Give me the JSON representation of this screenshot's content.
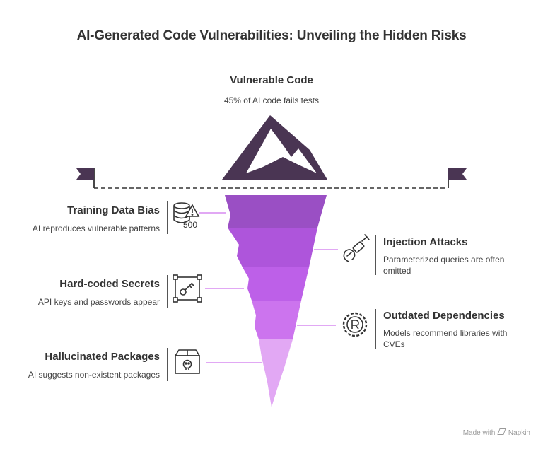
{
  "title": "AI-Generated Code Vulnerabilities: Unveiling the Hidden Risks",
  "peak": {
    "title": "Vulnerable Code",
    "description": "45% of AI code fails tests"
  },
  "items": [
    {
      "title": "Training Data Bias",
      "description": "AI reproduces vulnerable patterns",
      "icon": "database-warning-icon",
      "icon_text": "500"
    },
    {
      "title": "Injection Attacks",
      "description": "Parameterized queries are often omitted",
      "icon": "syringe-icon"
    },
    {
      "title": "Hard-coded Secrets",
      "description": "API keys and passwords appear",
      "icon": "key-frame-icon"
    },
    {
      "title": "Outdated Dependencies",
      "description": "Models recommend libraries with CVEs",
      "icon": "registered-gear-icon"
    },
    {
      "title": "Hallucinated Packages",
      "description": "AI suggests non-existent packages",
      "icon": "skull-box-icon"
    }
  ],
  "colors": {
    "mountain": "#4a3553",
    "layer1": "#9a4fc4",
    "layer2": "#ae55db",
    "layer3": "#bd60e8",
    "layer4": "#cc74ee",
    "layer5": "#e2a8f4",
    "connector": "#d78cf0",
    "text": "#333333"
  },
  "watermark": {
    "prefix": "Made with",
    "brand": "Napkin"
  }
}
